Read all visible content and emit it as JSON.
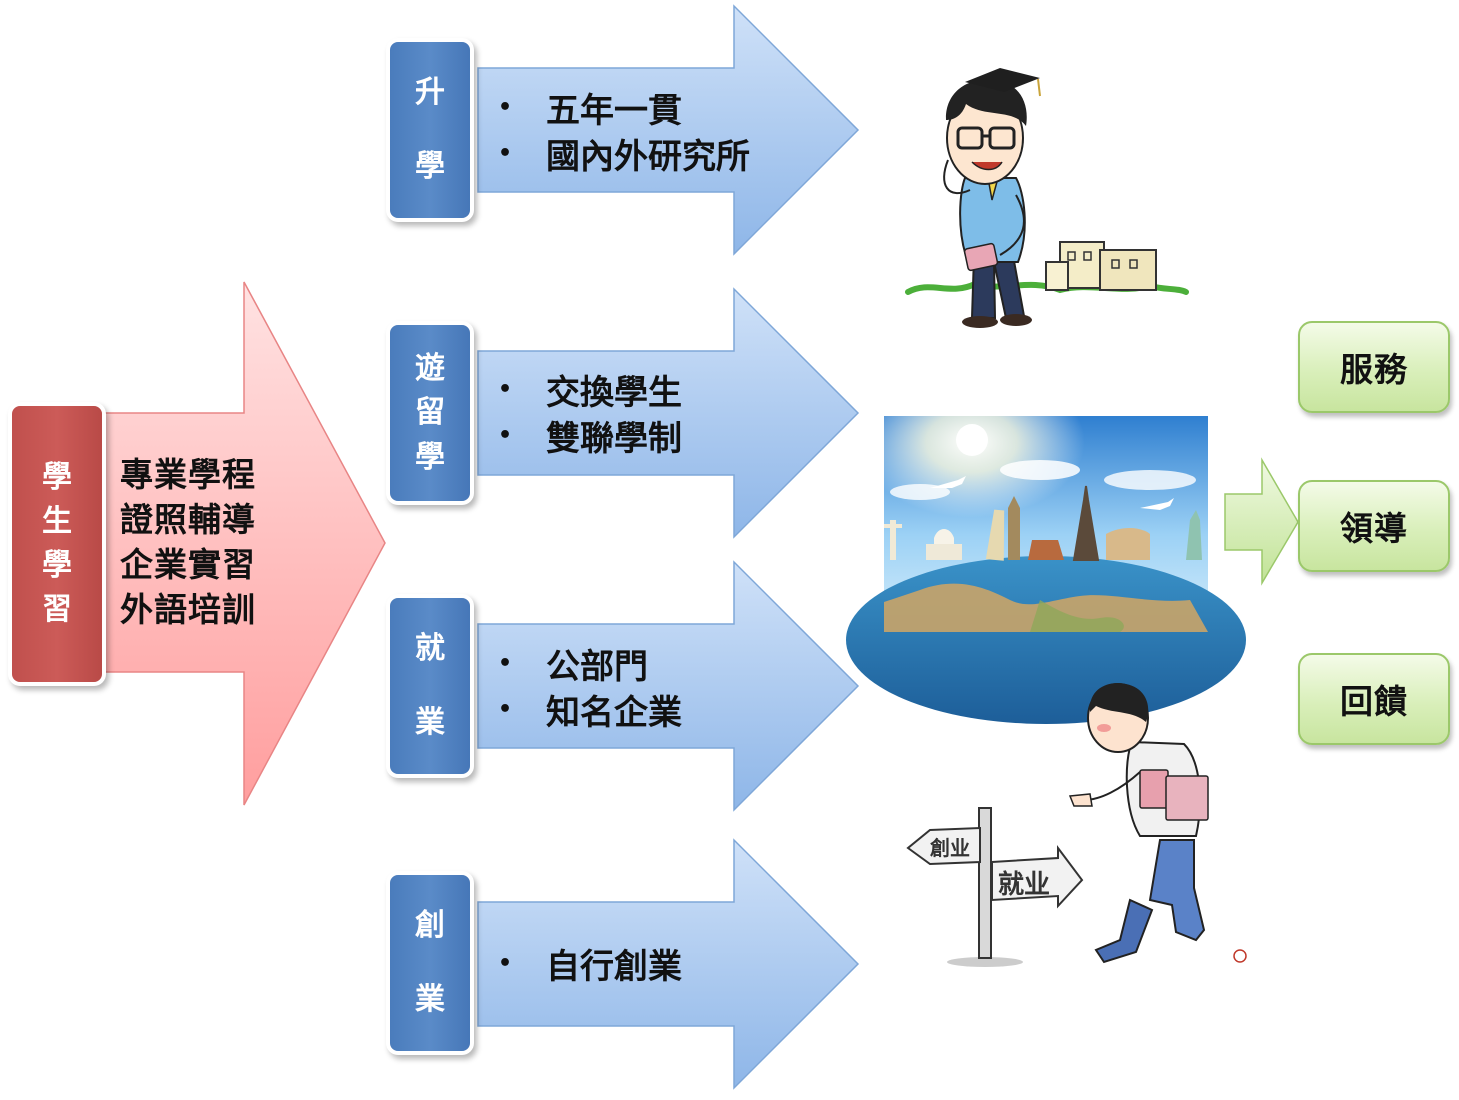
{
  "source": {
    "chars": [
      "學",
      "生",
      "學",
      "習"
    ],
    "lines": [
      "專業學程",
      "證照輔導",
      "企業實習",
      "外語培訓"
    ]
  },
  "paths": [
    {
      "chars": [
        "升",
        "學"
      ],
      "bullets": [
        "五年一貫",
        "國內外研究所"
      ]
    },
    {
      "chars": [
        "遊",
        "留",
        "學"
      ],
      "bullets": [
        "交換學生",
        "雙聯學制"
      ]
    },
    {
      "chars": [
        "就",
        "業"
      ],
      "bullets": [
        "公部門",
        "知名企業"
      ]
    },
    {
      "chars": [
        "創",
        "業"
      ],
      "bullets": [
        "自行創業"
      ]
    }
  ],
  "bullet_symbol": "•",
  "outcomes": [
    "服務",
    "領導",
    "回饋"
  ],
  "illustrations": {
    "graduate": "graduate-student-cartoon",
    "travel": "world-landmarks-globe-photo",
    "crossroads": "career-crossroad-cartoon",
    "signs": [
      "創业",
      "就业"
    ]
  },
  "colors": {
    "blue_box": "#4f81bd",
    "blue_arrow": "#9fc2ee",
    "red_box": "#c0504d",
    "red_arrow": "#ffb3b3",
    "green_box": "#d7eeb8",
    "green_arrow": "#c4e59c"
  }
}
